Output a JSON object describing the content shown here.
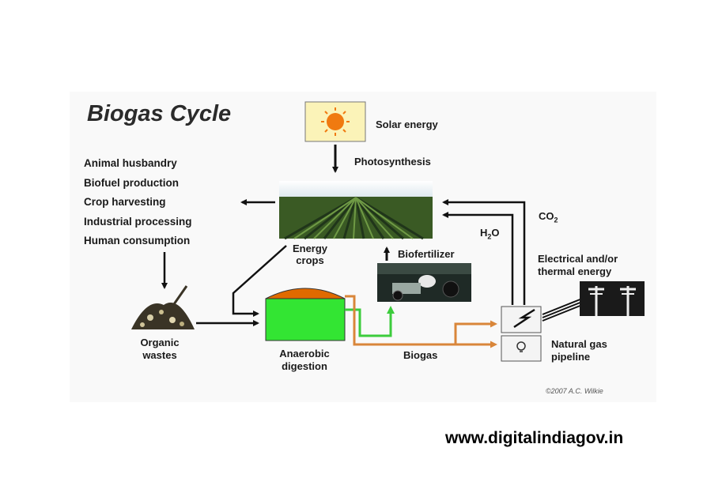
{
  "diagram": {
    "title": "Biogas Cycle",
    "labels": {
      "solar_energy": "Solar energy",
      "photosynthesis": "Photosynthesis",
      "energy_crops_1": "Energy",
      "energy_crops_2": "crops",
      "biofertilizer": "Biofertilizer",
      "h2o_main": "H",
      "h2o_sub": "2",
      "h2o_end": "O",
      "co2_main": "CO",
      "co2_sub": "2",
      "electrical_1": "Electrical and/or",
      "electrical_2": "thermal energy",
      "natural_gas_1": "Natural gas",
      "natural_gas_2": "pipeline",
      "organic_1": "Organic",
      "organic_2": "wastes",
      "anaerobic_1": "Anaerobic",
      "anaerobic_2": "digestion",
      "biogas": "Biogas"
    },
    "uses": [
      "Animal husbandry",
      "Biofuel production",
      "Crop harvesting",
      "Industrial processing",
      "Human consumption"
    ],
    "copyright": "©2007 A.C. Wilkie",
    "colors": {
      "biogas_flow": "#d9863a",
      "fertilizer_flow": "#3ccc3c",
      "digester_body": "#33e533",
      "digester_top": "#e06a00",
      "sun": "#f07a10",
      "sun_box": "#fbf3b8"
    }
  },
  "footer": {
    "website": "www.digitalindiagov.in"
  }
}
